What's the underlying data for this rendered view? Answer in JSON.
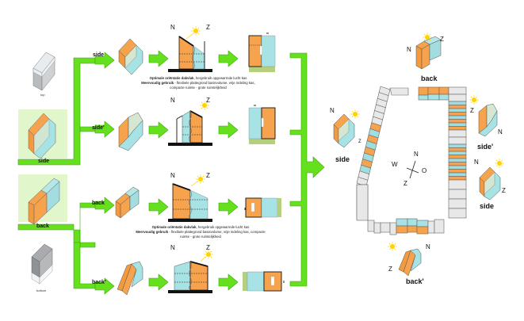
{
  "colors": {
    "green": "#66e01e",
    "green_dark": "#3fa50d",
    "green_bg": "#e2f6cc",
    "orange": "#f7a34d",
    "cyan": "#9fdde0",
    "grey": "#c7c8ca",
    "ground": "#b4d07e",
    "sun": "#ffd300"
  },
  "left_volumes": {
    "top_label": "top",
    "side_label": "side",
    "back_label": "back",
    "bottom_label": "bottom"
  },
  "rows": [
    {
      "arrow_label": "side",
      "section": {
        "north": "N",
        "south": "Z"
      },
      "caption": {
        "line1_bold": "Optimale oriëntatie dakvlak",
        "line1_rest": ", hergebruik opgewarmde lucht kas",
        "line2_bold": "Meervoudig gebruik",
        "line2_rest": " - flexibele plattegrond basisvolume, vrije indeling kas,",
        "line3": "compacte ruimte - grote ruimtelijkheid"
      }
    },
    {
      "arrow_label": "side'",
      "section": {
        "north": "N",
        "south": "Z"
      }
    },
    {
      "arrow_label": "back",
      "section": {
        "north": "N",
        "south": "Z"
      },
      "caption": {
        "line1_bold": "Optimale oriëntatie dakvlak",
        "line1_rest": ", hergebruik opgewarmde lucht kas",
        "line2_bold": "Meervoudig gebruik",
        "line2_rest": " - flexibele plattegrond basisvolume, vrije indeling kas, compacte",
        "line3": "ruimte - grote ruimtelijkheid"
      }
    },
    {
      "arrow_label": "back'",
      "section": {
        "north": "N",
        "south": "Z"
      }
    }
  ],
  "site_plan": {
    "compass": {
      "north": "N",
      "west": "W",
      "east": "O",
      "south": "Z"
    },
    "callouts": [
      {
        "label": "back",
        "north": "N",
        "south": "Z"
      },
      {
        "label": "side",
        "north": "N",
        "south": "Z"
      },
      {
        "label": "side'",
        "north": "N",
        "south": "Z"
      },
      {
        "label": "side",
        "north": "N",
        "south": "Z"
      },
      {
        "label": "back'",
        "north": "N",
        "south": "Z"
      }
    ]
  }
}
